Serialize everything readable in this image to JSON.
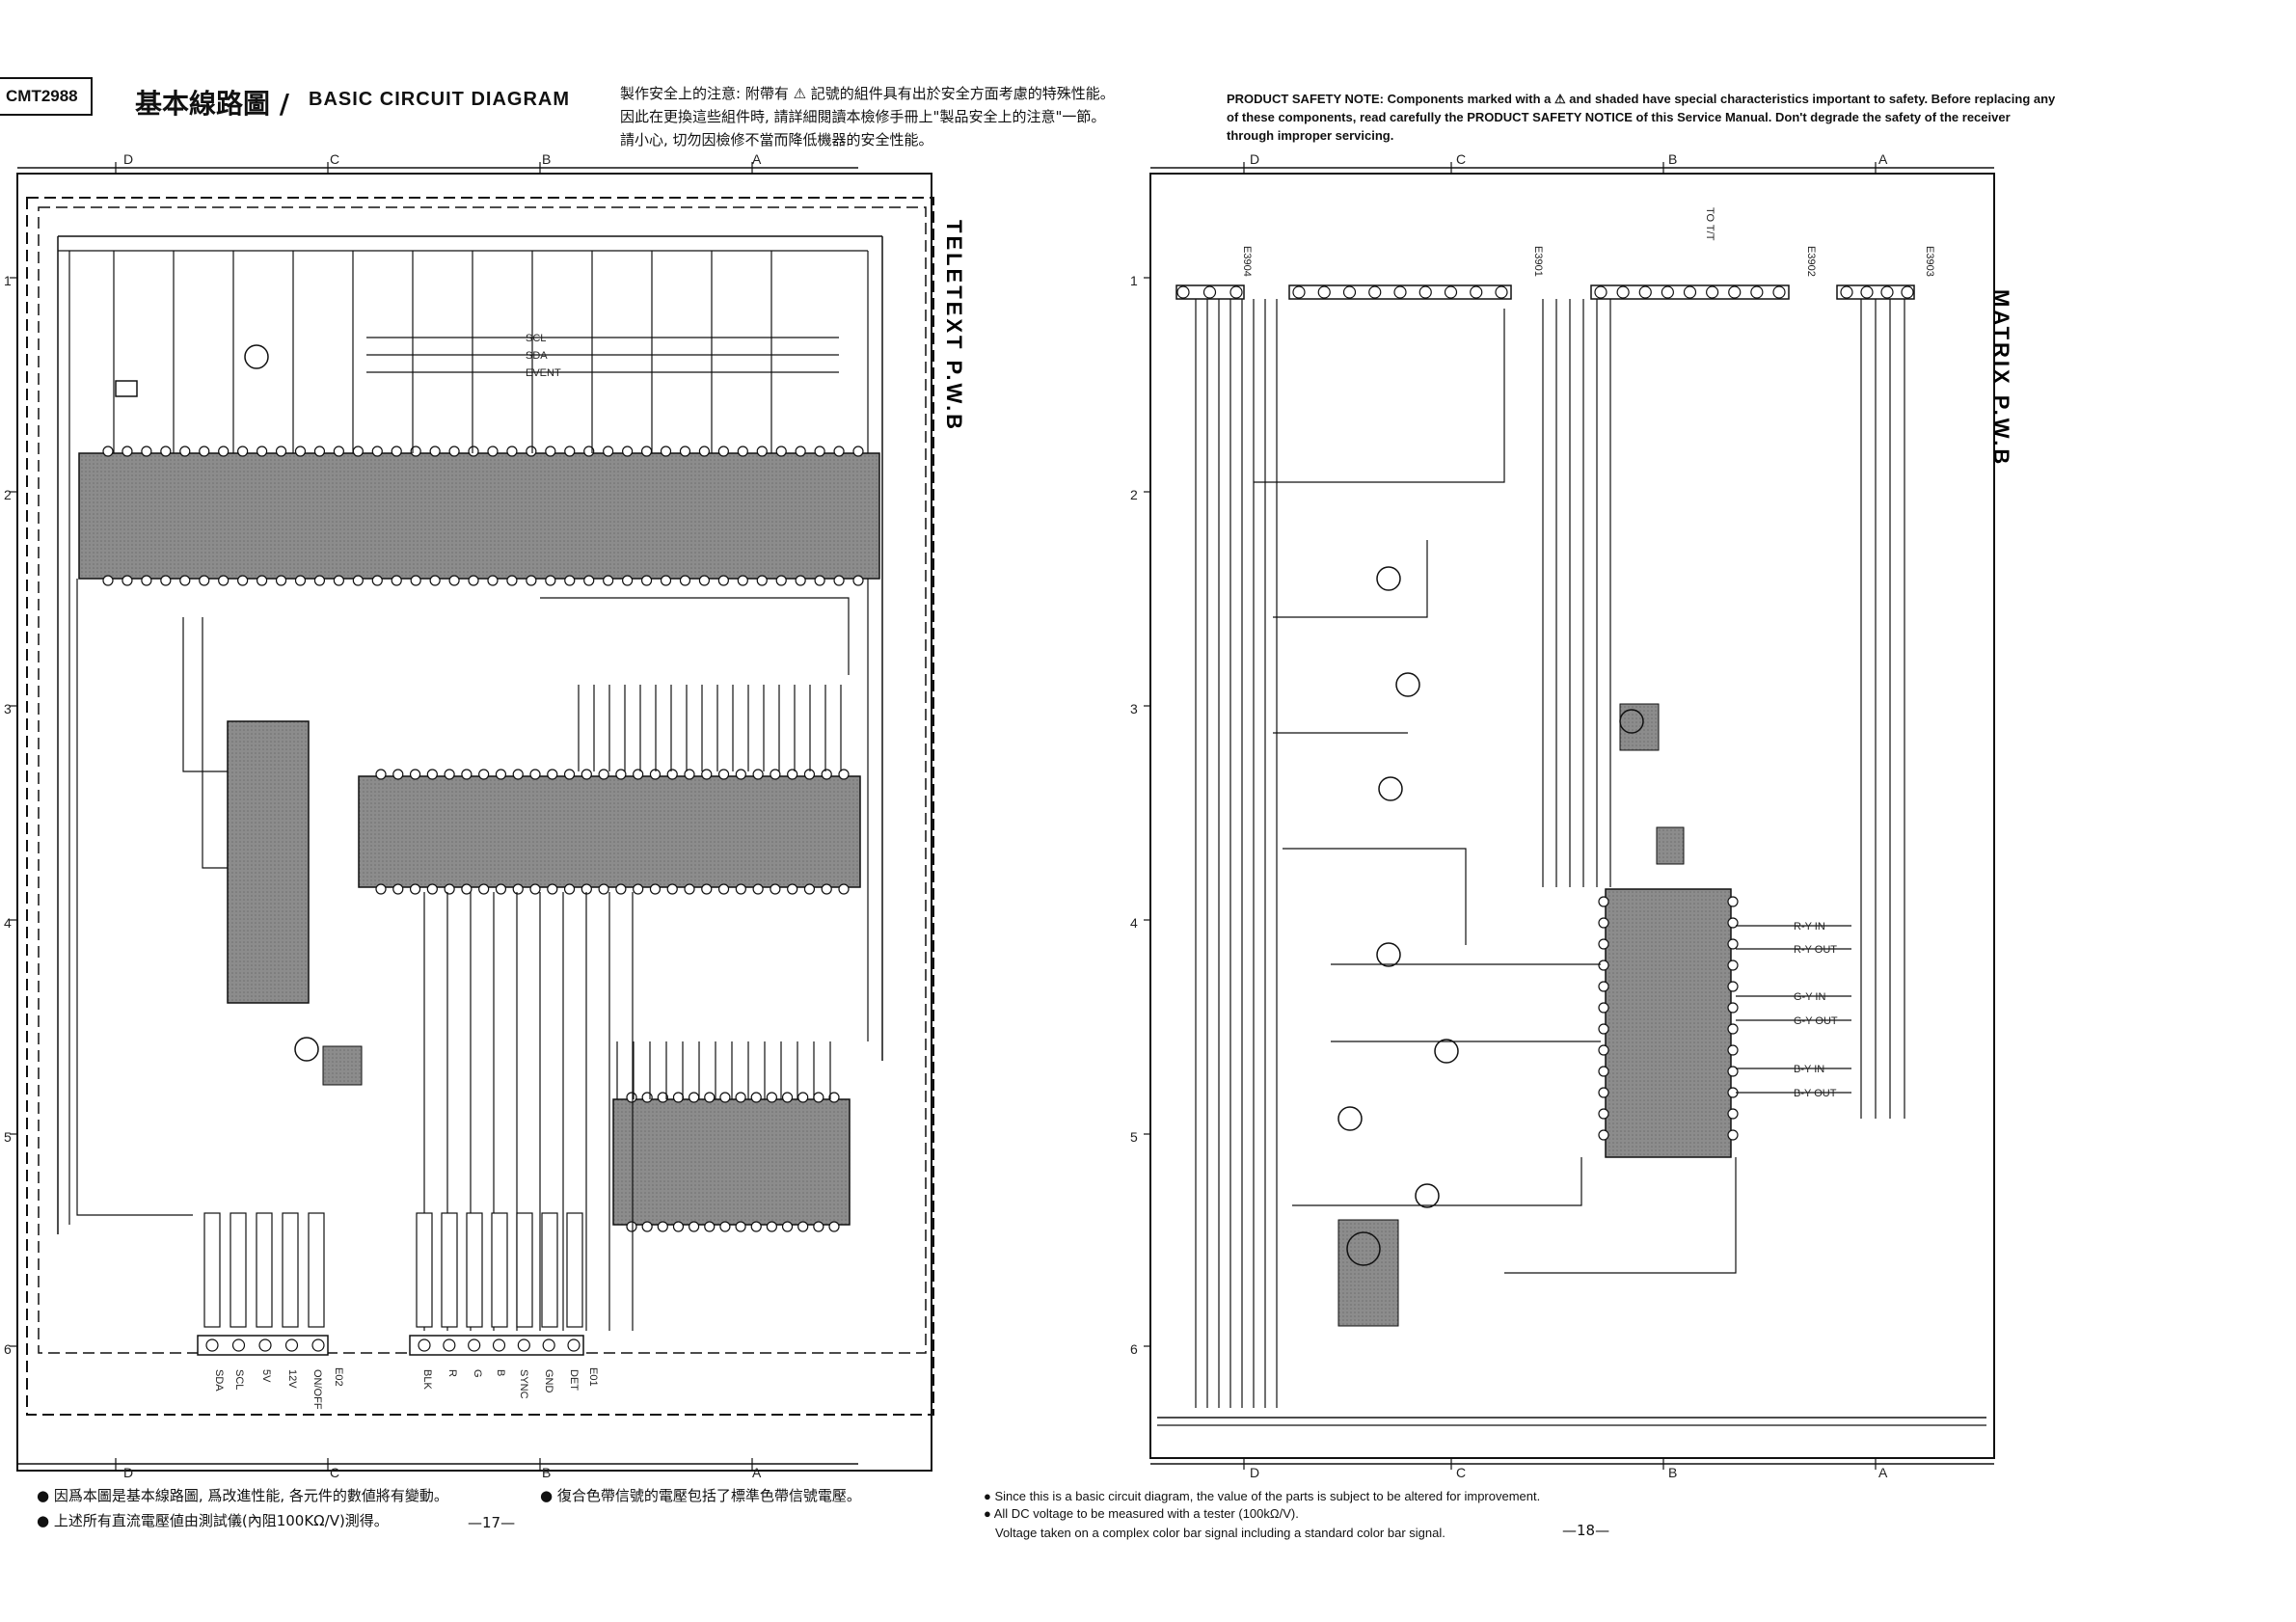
{
  "header": {
    "model": "CMT2988",
    "title_cn": "基本線路圖 /",
    "title_en": "BASIC CIRCUIT DIAGRAM",
    "safety_cn": [
      "製作安全上的注意: 附帶有 ⚠ 記號的組件具有出於安全方面考慮的特殊性能。",
      "因此在更換這些組件時, 請詳細閱讀本檢修手冊上\"製品安全上的注意\"一節。",
      "請小心, 切勿因檢修不當而降低機器的安全性能。"
    ],
    "safety_en": "PRODUCT SAFETY NOTE: Components marked with a ⚠ and shaded have special characteristics important to safety. Before replacing any of these components, read carefully the PRODUCT SAFETY NOTICE of this Service Manual. Don't degrade the safety of the receiver through improper servicing."
  },
  "left_board": {
    "title": "TELETEXT P.W.B",
    "column_markers": [
      "D",
      "C",
      "B",
      "A"
    ],
    "row_markers": [
      "1",
      "2",
      "3",
      "4",
      "5",
      "6"
    ],
    "connector_labels": [
      "SDA",
      "SCL",
      "5V",
      "12V",
      "ON/OFF"
    ],
    "connector2_labels": [
      "BLK",
      "R",
      "G",
      "B",
      "SYNC",
      "GND",
      "DET"
    ],
    "connector_ids": [
      "E02",
      "E01"
    ],
    "bus_labels": [
      "SCL",
      "SDA",
      "EVENT"
    ]
  },
  "right_board": {
    "title": "MATRIX P.W.B",
    "column_markers": [
      "D",
      "C",
      "B",
      "A"
    ],
    "row_markers": [
      "1",
      "2",
      "3",
      "4",
      "5",
      "6"
    ],
    "connectors": [
      "E3904",
      "E3901",
      "E3902",
      "E3903"
    ],
    "io_labels": [
      "R-Y IN",
      "R-Y OUT",
      "G-Y IN",
      "G-Y OUT",
      "B-Y IN",
      "B-Y OUT"
    ],
    "to_label": "TO T/T"
  },
  "footer": {
    "left_notes": [
      "● 因爲本圖是基本線路圖, 爲改進性能, 各元件的數値將有變動。",
      "● 上述所有直流電壓値由測試儀(內阻100KΩ/V)測得。"
    ],
    "left_note2": "● 復合色帶信號的電壓包括了標準色帶信號電壓。",
    "page_left": "—17—",
    "right_notes": [
      "● Since this is a basic circuit diagram, the value of the parts is subject to be altered for improvement.",
      "● All DC voltage to be measured with a tester (100kΩ/V).",
      "Voltage taken on a complex color bar signal including a standard color bar signal."
    ],
    "page_right": "—18—"
  },
  "colors": {
    "ink": "#111111",
    "shade": "#8c8c8c",
    "paper": "#ffffff"
  }
}
